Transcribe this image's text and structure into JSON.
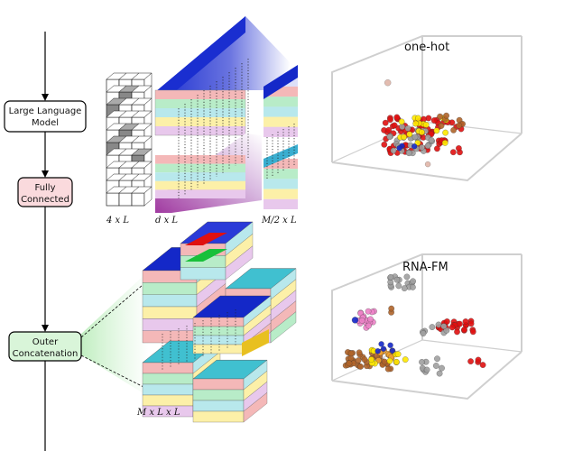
{
  "flow": {
    "llm": {
      "line1": "Large Language",
      "line2": "Model"
    },
    "fc": {
      "line1": "Fully",
      "line2": "Connected"
    },
    "outer": {
      "line1": "Outer",
      "line2": "Concatenation"
    }
  },
  "dims": {
    "onehot_dim": "4 x L",
    "embed_dim": "d x L",
    "half_dim": "M/2 x L",
    "pair_dim": "M x L x L"
  },
  "plots": {
    "top_title": "one-hot",
    "bottom_title": "RNA-FM"
  },
  "colors": {
    "llm_box": "#ffffff",
    "fc_box": "#fadadd",
    "outer_box": "#d9f5d9",
    "blue": "#1428c8",
    "red": "#e01010",
    "yellow": "#ffe800",
    "grey": "#a0a0a0",
    "brown": "#b0642a",
    "pink": "#ee82c8",
    "orange": "#f0a030"
  }
}
